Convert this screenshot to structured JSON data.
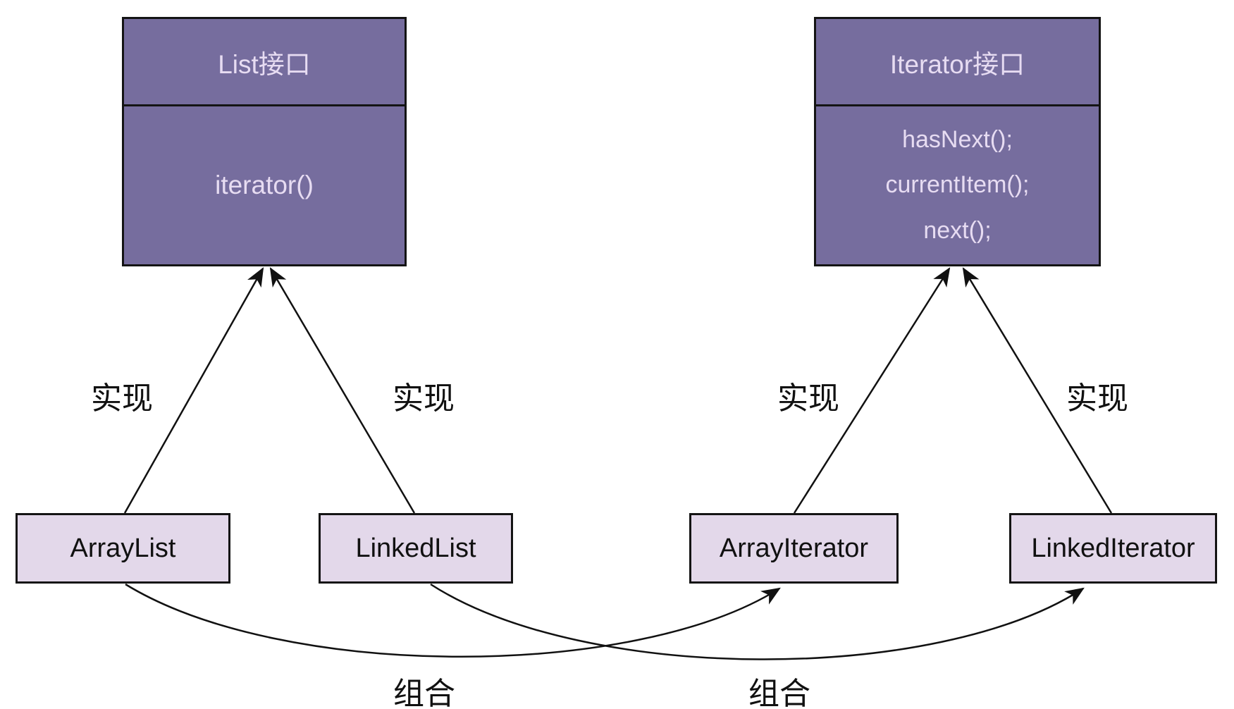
{
  "diagram": {
    "title": "Iterator pattern class diagram",
    "colors": {
      "background": "#ffffff",
      "interface_fill": "#766d9e",
      "interface_border": "#141414",
      "interface_text": "#e7dcf2",
      "class_fill": "#e3d8ea",
      "class_border": "#141414",
      "class_text": "#111111",
      "connector": "#111111",
      "label_text": "#111111"
    },
    "interfaces": [
      {
        "title": "List接口",
        "methods": [
          "iterator()"
        ]
      },
      {
        "title": "Iterator接口",
        "methods": [
          "hasNext();",
          "currentItem();",
          "next();"
        ]
      }
    ],
    "classes": [
      {
        "label": "ArrayList"
      },
      {
        "label": "LinkedList"
      },
      {
        "label": "ArrayIterator"
      },
      {
        "label": "LinkedIterator"
      }
    ],
    "edge_labels": {
      "implements": [
        "实现",
        "实现",
        "实现",
        "实现"
      ],
      "composition": [
        "组合",
        "组合"
      ]
    },
    "relationships": [
      {
        "from": "ArrayList",
        "to": "List接口",
        "type": "实现"
      },
      {
        "from": "LinkedList",
        "to": "List接口",
        "type": "实现"
      },
      {
        "from": "ArrayIterator",
        "to": "Iterator接口",
        "type": "实现"
      },
      {
        "from": "LinkedIterator",
        "to": "Iterator接口",
        "type": "实现"
      },
      {
        "from": "ArrayList",
        "to": "ArrayIterator",
        "type": "组合"
      },
      {
        "from": "LinkedList",
        "to": "LinkedIterator",
        "type": "组合"
      }
    ]
  }
}
